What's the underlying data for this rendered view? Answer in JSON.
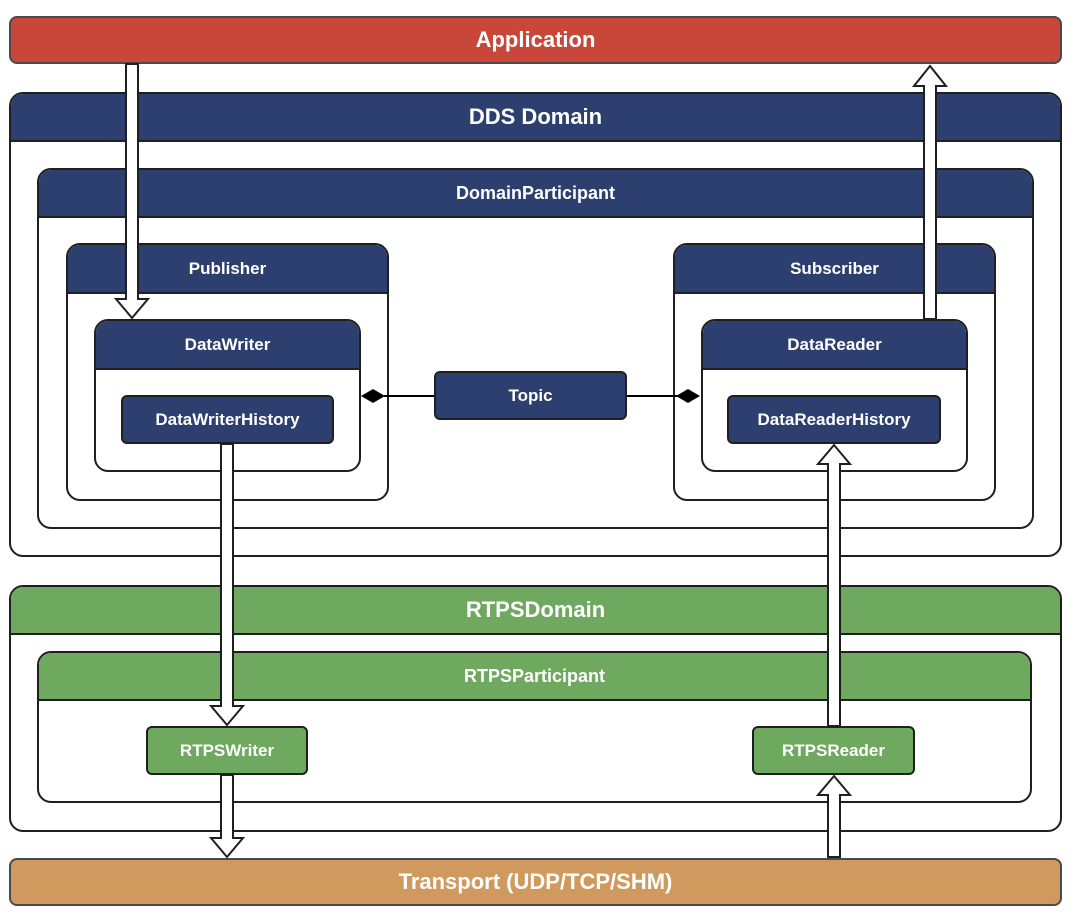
{
  "layers": {
    "application": "Application",
    "dds_domain": "DDS Domain",
    "domain_participant": "DomainParticipant",
    "publisher": "Publisher",
    "subscriber": "Subscriber",
    "data_writer": "DataWriter",
    "data_reader": "DataReader",
    "data_writer_history": "DataWriterHistory",
    "data_reader_history": "DataReaderHistory",
    "topic": "Topic",
    "rtps_domain": "RTPSDomain",
    "rtps_participant": "RTPSParticipant",
    "rtps_writer": "RTPSWriter",
    "rtps_reader": "RTPSReader",
    "transport": "Transport (UDP/TCP/SHM)"
  },
  "colors": {
    "application": "#c9473a",
    "dds": "#2d3f6e",
    "rtps": "#6fa85f",
    "transport": "#d09a5e"
  }
}
